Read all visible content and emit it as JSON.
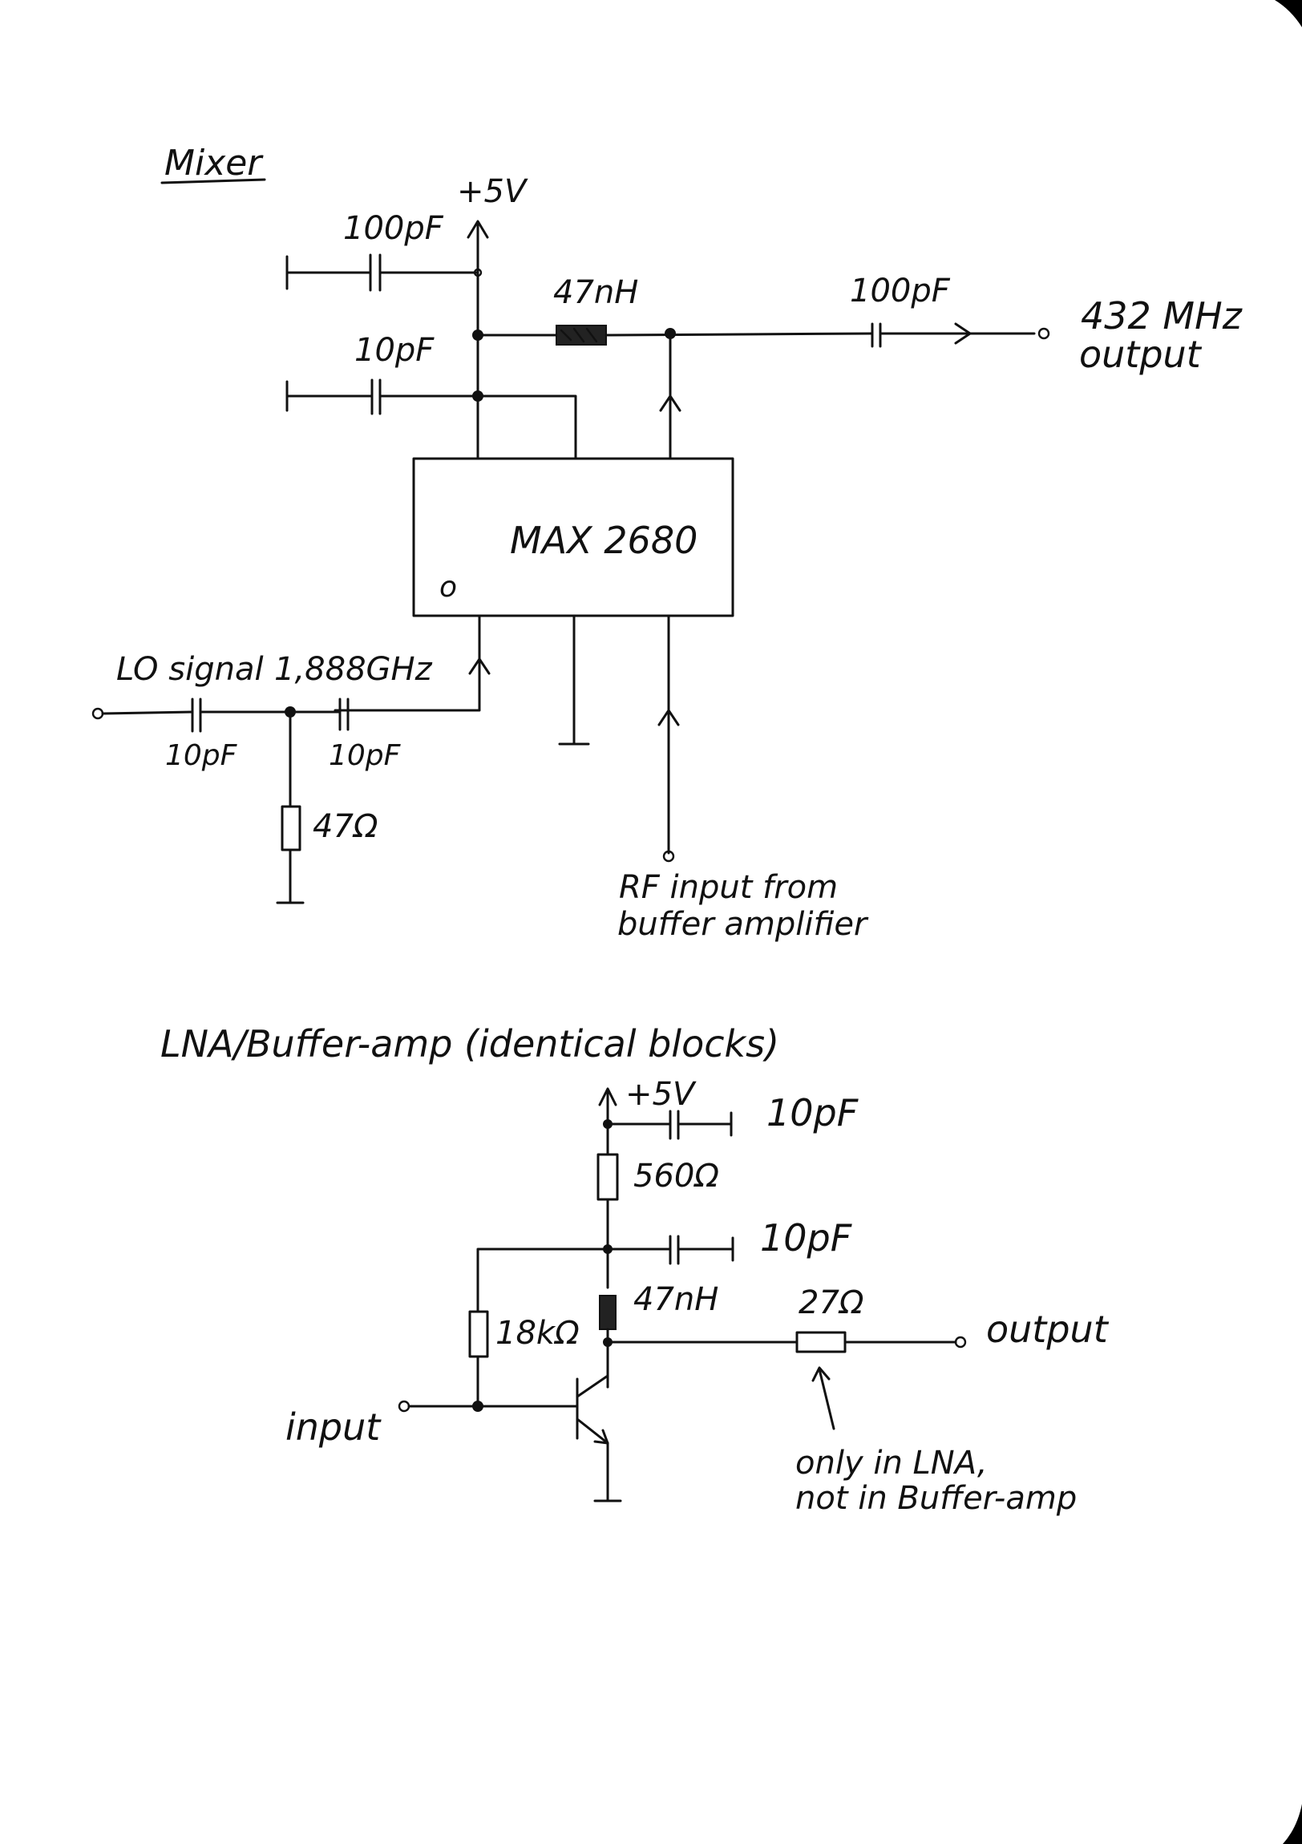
{
  "mixer": {
    "title": "Mixer",
    "supply": "+5V",
    "c_100pF_top": "100pF",
    "c_10pF_top": "10pF",
    "inductor": "47nH",
    "c_out": "100pF",
    "output_freq": "432 MHz",
    "output_word": "output",
    "ic_name": "MAX 2680",
    "ic_pin1_mark": "o",
    "lo_label": "LO signal",
    "lo_freq": "1,888GHz",
    "c_lo_1": "10pF",
    "c_lo_2": "10pF",
    "r_lo": "47Ω",
    "rf_in_line1": "RF input from",
    "rf_in_line2": "buffer amplifier"
  },
  "lna": {
    "title": "LNA/Buffer-amp (identical blocks)",
    "supply": "+5V",
    "c_top": "10pF",
    "r_collector": "560Ω",
    "c_mid": "10pF",
    "inductor": "47nH",
    "r_series": "27Ω",
    "output_word": "output",
    "r_bias": "18kΩ",
    "input_word": "input",
    "note_line1": "only in LNA,",
    "note_line2": "not in Buffer-amp"
  },
  "colors": {
    "ink": "#111111",
    "paper": "#ffffff"
  }
}
